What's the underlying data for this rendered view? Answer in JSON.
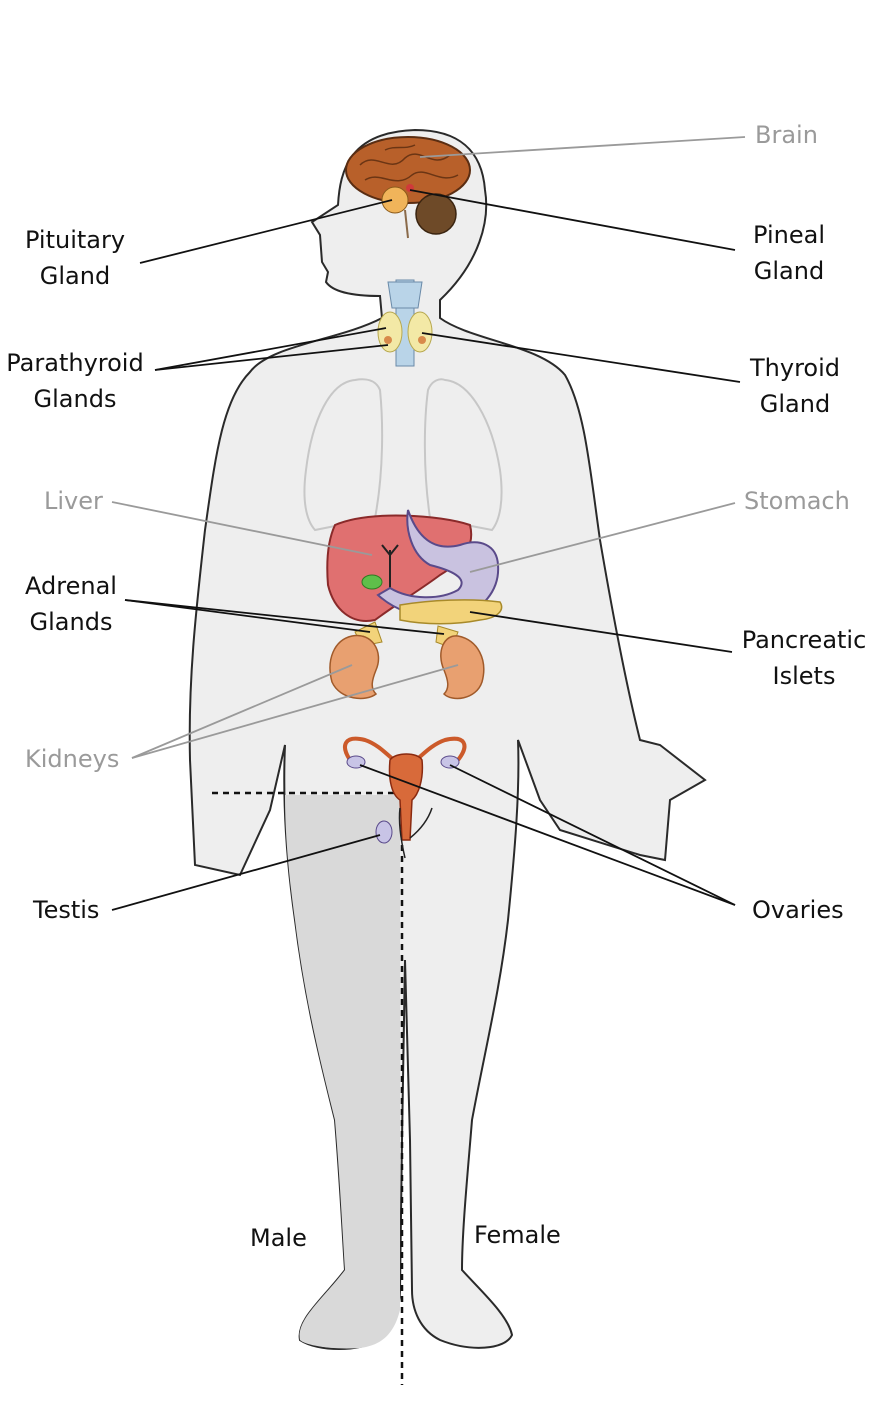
{
  "labels": {
    "brain": "Brain",
    "pituitary": {
      "line1": "Pituitary",
      "line2": "Gland"
    },
    "pineal": {
      "line1": "Pineal",
      "line2": "Gland"
    },
    "parathyroid": {
      "line1": "Parathyroid",
      "line2": "Glands"
    },
    "thyroid": {
      "line1": "Thyroid",
      "line2": "Gland"
    },
    "liver": "Liver",
    "stomach": "Stomach",
    "adrenal": {
      "line1": "Adrenal",
      "line2": "Glands"
    },
    "pancreatic": {
      "line1": "Pancreatic",
      "line2": "Islets"
    },
    "kidneys": "Kidneys",
    "testis": "Testis",
    "ovaries": "Ovaries",
    "male": "Male",
    "female": "Female"
  },
  "colors": {
    "body_fill": "#eeeeee",
    "male_shade": "#d9d9d9",
    "outline": "#2a2a2a",
    "brain": "#b8602a",
    "cerebellum": "#6e4a28",
    "liver": "#e07070",
    "stomach": "#c9c2e0",
    "kidney": "#e8a070",
    "adrenal": "#f2d37a",
    "thyroid": "#f3e9a6",
    "trachea": "#b9d4e8",
    "gallbladder": "#5fbf4a",
    "uterus": "#cc5a2a",
    "ovary": "#c8c4e6",
    "leader_dark": "#111111",
    "leader_gray": "#9a9a9a"
  }
}
